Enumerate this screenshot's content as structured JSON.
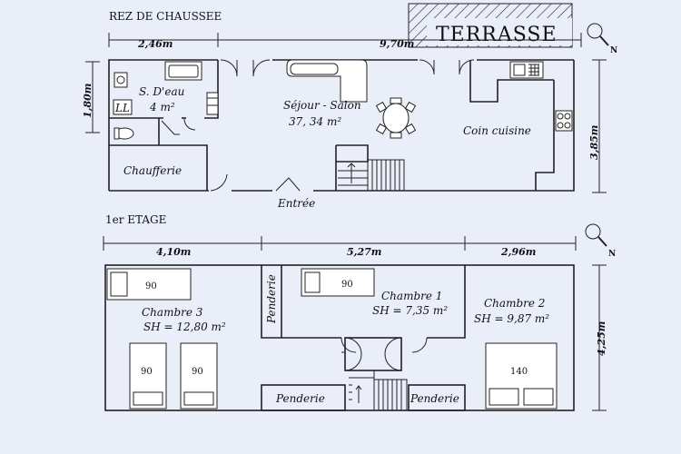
{
  "ground": {
    "title": "REZ DE CHAUSSEE",
    "terrace": "TERRASSE",
    "dim_top_left": "2,46m",
    "dim_top_total": "9,70m",
    "dim_left": "1,80m",
    "dim_right": "3,85m",
    "sdeau_name": "S. D'eau",
    "sdeau_area": "4 m²",
    "ll": "LL",
    "sejour_name": "Séjour - Salon",
    "sejour_area": "37, 34 m²",
    "cuisine": "Coin cuisine",
    "chaufferie": "Chaufferie",
    "entree": "Entrée"
  },
  "first": {
    "title": "1er ETAGE",
    "dim_a": "4,10m",
    "dim_b": "5,27m",
    "dim_c": "2,96m",
    "dim_right": "4,25m",
    "ch3_name": "Chambre 3",
    "ch3_area": "SH = 12,80 m²",
    "ch1_name": "Chambre 1",
    "ch1_area": "SH = 7,35 m²",
    "ch2_name": "Chambre 2",
    "ch2_area": "SH = 9,87 m²",
    "penderie": "Penderie",
    "bed_90": "90",
    "bed_140": "140"
  },
  "north_label": "N"
}
